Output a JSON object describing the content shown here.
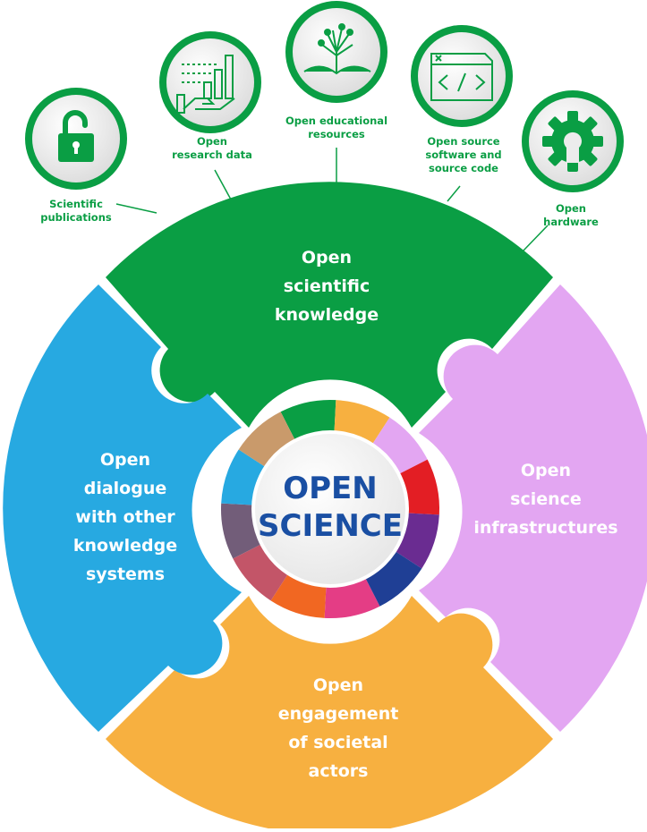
{
  "center": {
    "line1": "OPEN",
    "line2": "SCIENCE"
  },
  "segments": {
    "knowledge": {
      "lines": [
        "Open",
        "scientific",
        "knowledge"
      ],
      "color": "#0a9e44"
    },
    "infrastructures": {
      "lines": [
        "Open",
        "science",
        "infrastructures"
      ],
      "color": "#e3a6f2"
    },
    "engagement": {
      "lines": [
        "Open",
        "engagement",
        "of societal",
        "actors"
      ],
      "color": "#f7b040"
    },
    "dialogue": {
      "lines": [
        "Open",
        "dialogue",
        "with other",
        "knowledge",
        "systems"
      ],
      "color": "#27a9e1"
    }
  },
  "components": [
    {
      "icon": "padlock-open-icon",
      "lines": [
        "Scientific",
        "publications"
      ]
    },
    {
      "icon": "data-chart-hand-icon",
      "lines": [
        "Open",
        "research data"
      ]
    },
    {
      "icon": "open-book-plant-icon",
      "lines": [
        "Open educational",
        "resources"
      ]
    },
    {
      "icon": "code-window-icon",
      "lines": [
        "Open source",
        "software and",
        "source code"
      ]
    },
    {
      "icon": "gear-hardware-icon",
      "lines": [
        "Open",
        "hardware"
      ]
    }
  ],
  "colors": {
    "green": "#0a9e44",
    "blue_text": "#1a4fa3",
    "ring": [
      "#0a9e44",
      "#f7b040",
      "#e3a6f2",
      "#e31e24",
      "#6a2c91",
      "#1f3f95",
      "#e43d85",
      "#f16722",
      "#c35568",
      "#725d79",
      "#27a9e1",
      "#c99a6b"
    ]
  }
}
